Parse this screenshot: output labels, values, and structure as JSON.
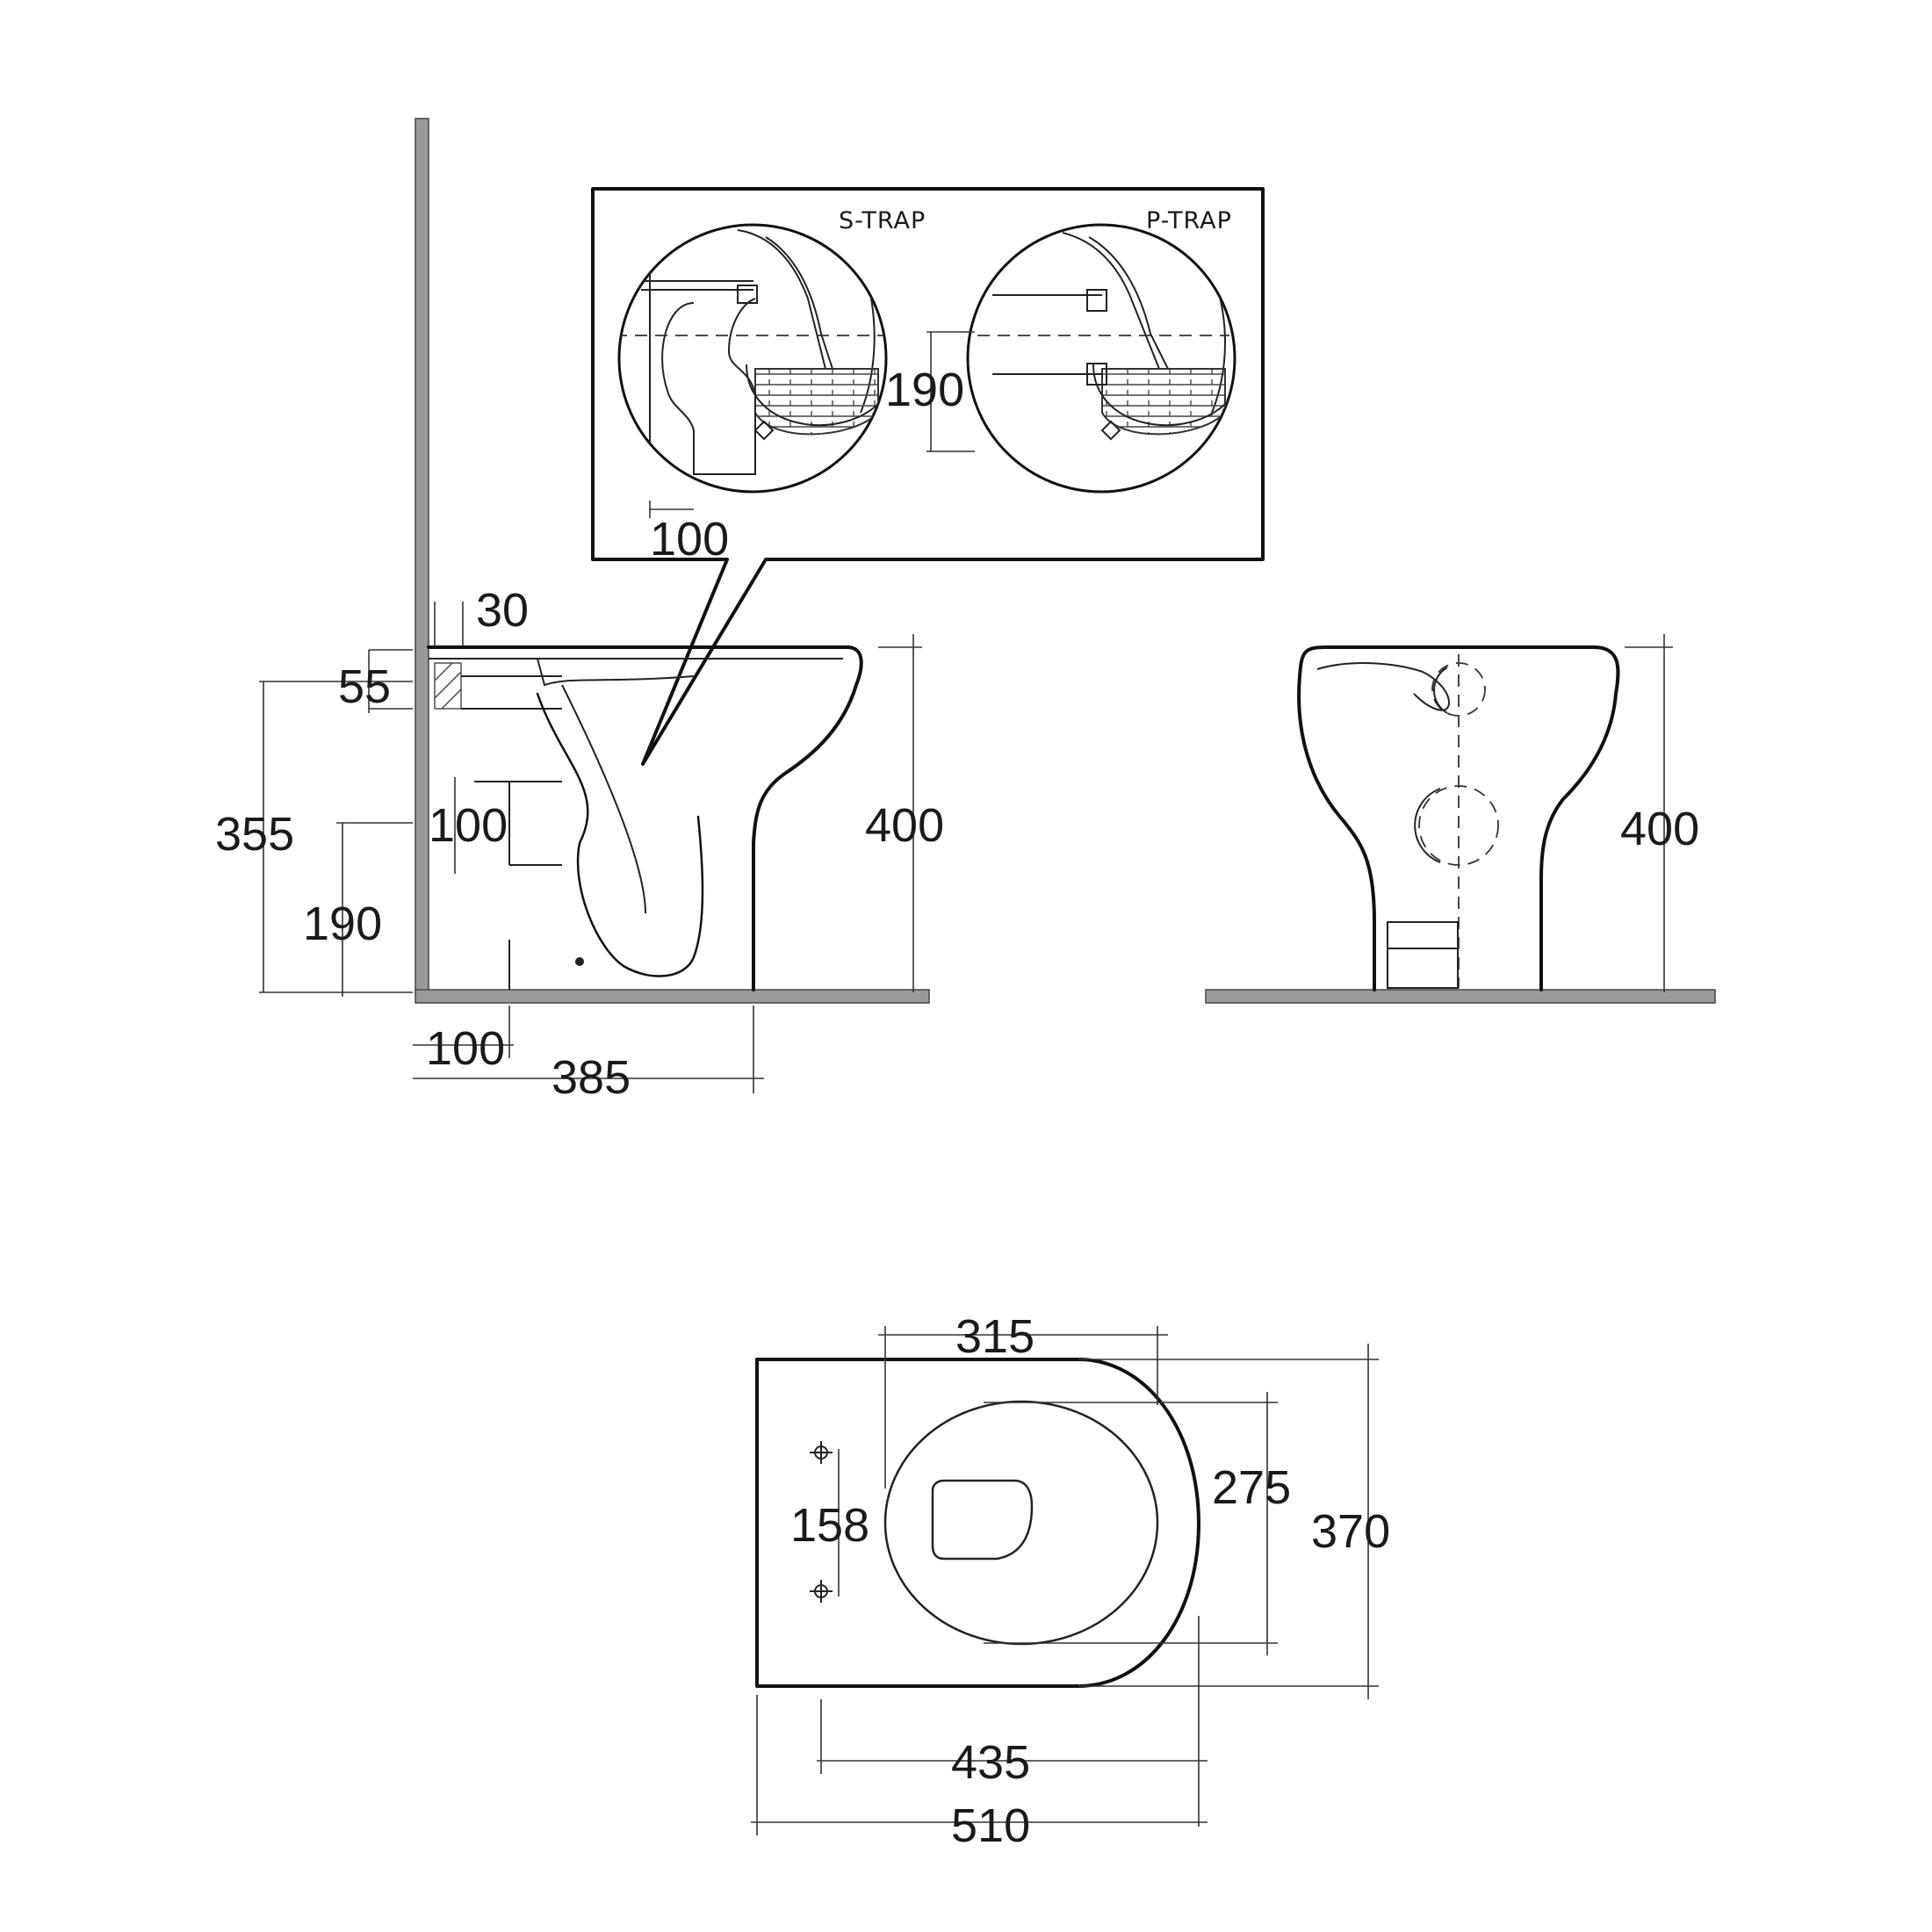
{
  "trap_labels": {
    "s_trap": "S-TRAP",
    "p_trap": "P-TRAP"
  },
  "detail_dims": {
    "trap_height": "190",
    "trap_offset": "100"
  },
  "side_view_dims": {
    "wall_gap": "30",
    "cistern_height": "55",
    "inlet_height": "355",
    "outlet_height": "190",
    "outlet_size": "100",
    "overall_height": "400",
    "wall_to_outlet": "100",
    "projection": "385"
  },
  "front_view_dims": {
    "overall_height": "400"
  },
  "plan_view_dims": {
    "seat_width": "315",
    "fixing_spacing": "158",
    "seat_depth": "275",
    "overall_width": "370",
    "seat_length": "435",
    "overall_length": "510"
  }
}
